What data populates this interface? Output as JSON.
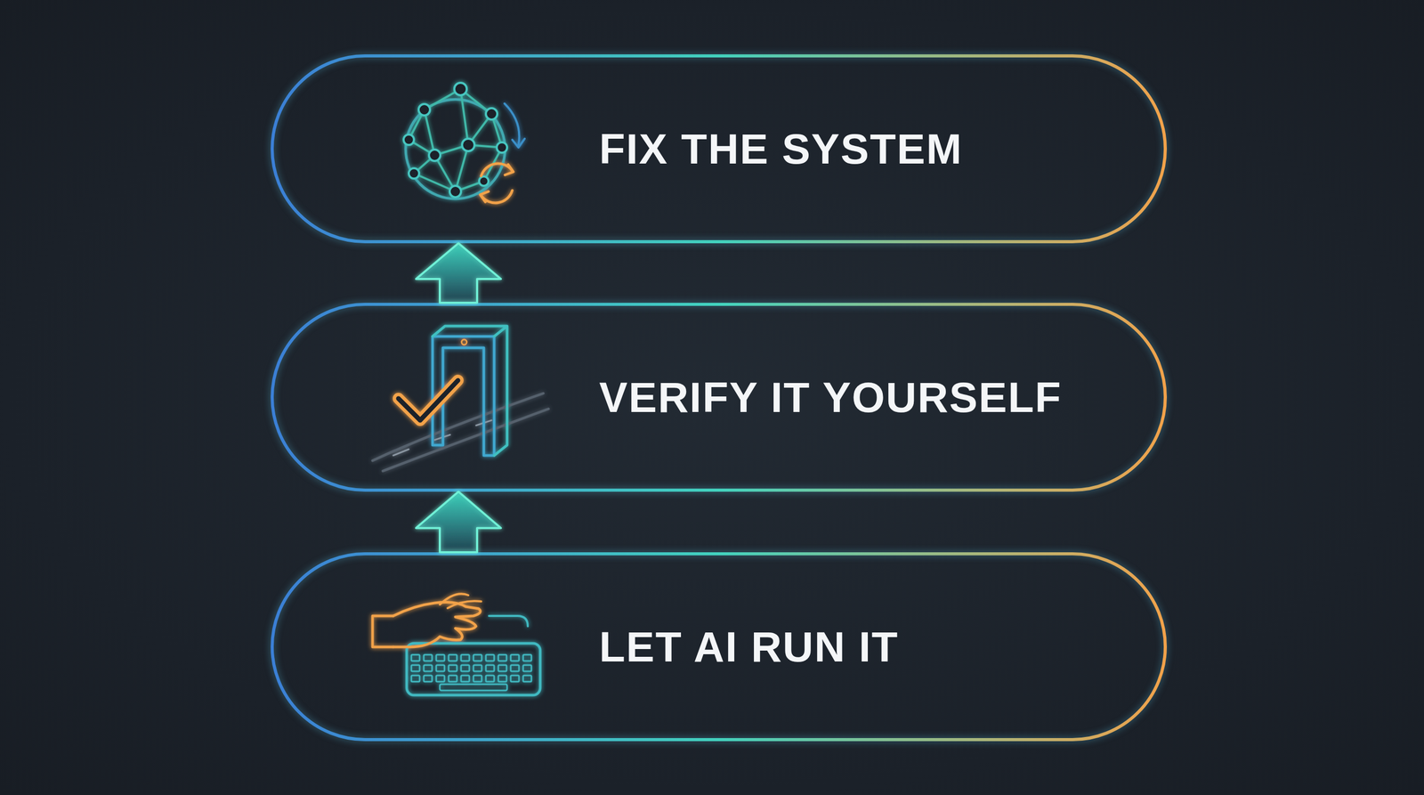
{
  "diagram": {
    "nodes": [
      {
        "text": [
          "FIX THE SYSTEM"
        ]
      },
      {
        "text": [
          "VERIFY IT YOURSELF"
        ]
      },
      {
        "text": [
          "LET AI RUN IT"
        ]
      }
    ],
    "edges": [
      {
        "from": 2,
        "to": 1,
        "arrow": "to"
      },
      {
        "from": 1,
        "to": 0,
        "arrow": "to"
      }
    ]
  }
}
